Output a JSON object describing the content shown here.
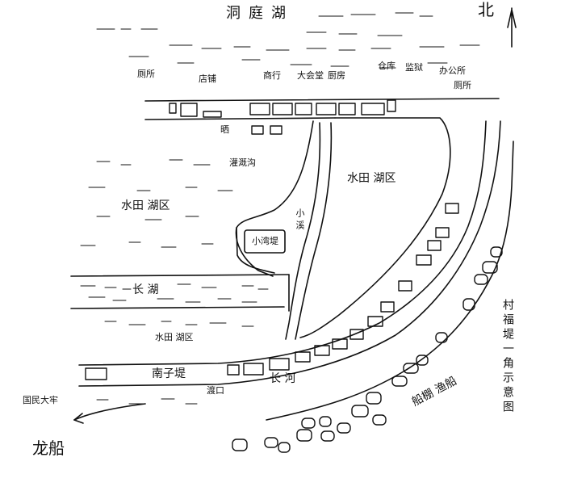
{
  "map": {
    "north_label": "北",
    "lake": "洞庭湖",
    "labels": {
      "toilet_west": "厕所",
      "shop": "店铺",
      "merchant": "商行",
      "hall": "大会堂",
      "kitchen": "厨房",
      "warehouse": "仓库",
      "prison": "监狱",
      "office": "办公所",
      "toilet_east": "厕所",
      "yard": "晒",
      "irrigation_canal": "灌溉沟",
      "paddy_west": "水田 湖区",
      "paddy_east": "水田 湖区",
      "pond": "小湾堤",
      "stream": "小溪",
      "long_lake": "长 湖",
      "paddy_south": "水田 湖区",
      "embankment": "南子堤",
      "ferry": "渡口",
      "river": "长 河",
      "jail": "国民大牢",
      "road_to": "龙船",
      "fishing_boats": "船棚 渔船",
      "title": "村福堤一角示意图"
    }
  }
}
